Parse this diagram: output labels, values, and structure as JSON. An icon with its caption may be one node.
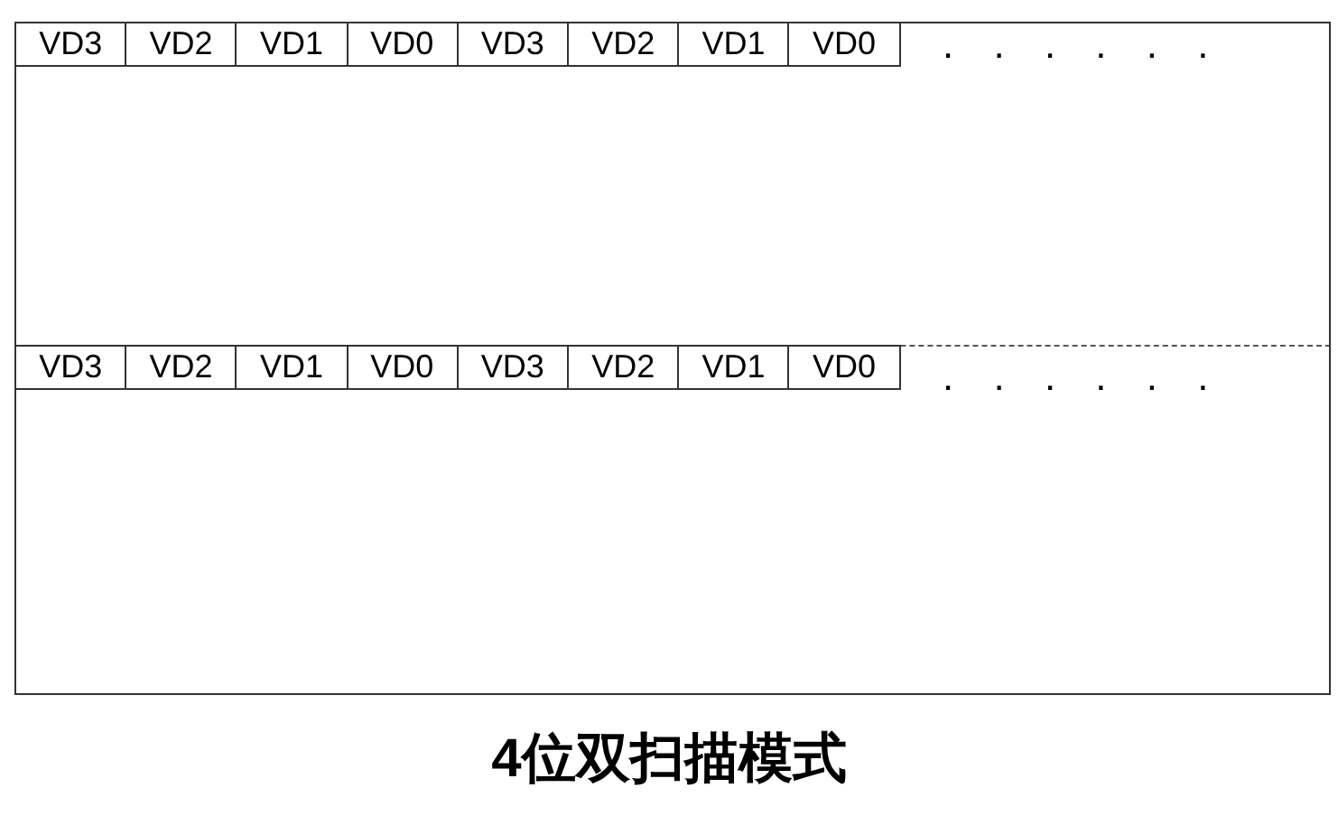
{
  "diagram": {
    "caption": "4位双扫描模式",
    "nodes": [
      {
        "text": [],
        "shape": "box"
      },
      {
        "text": [
          "VD3"
        ],
        "in": 0
      },
      {
        "text": [
          "VD2"
        ],
        "in": 0
      },
      {
        "text": [
          "VD1"
        ],
        "in": 0
      },
      {
        "text": [
          "VD0"
        ],
        "in": 0
      },
      {
        "text": [
          "VD3"
        ],
        "in": 0
      },
      {
        "text": [
          "VD2"
        ],
        "in": 0
      },
      {
        "text": [
          "VD1"
        ],
        "in": 0
      },
      {
        "text": [
          "VD0"
        ],
        "in": 0
      },
      {
        "text": [],
        "shape": "box"
      },
      {
        "text": [
          "VD3"
        ],
        "in": 9
      },
      {
        "text": [
          "VD2"
        ],
        "in": 9
      },
      {
        "text": [
          "VD1"
        ],
        "in": 9
      },
      {
        "text": [
          "VD0"
        ],
        "in": 9
      },
      {
        "text": [
          "VD3"
        ],
        "in": 9
      },
      {
        "text": [
          "VD2"
        ],
        "in": 9
      },
      {
        "text": [
          "VD1"
        ],
        "in": 9
      },
      {
        "text": [
          "VD0"
        ],
        "in": 9
      }
    ],
    "labels": [
      ". . . . . .",
      ". . . . . ."
    ]
  }
}
